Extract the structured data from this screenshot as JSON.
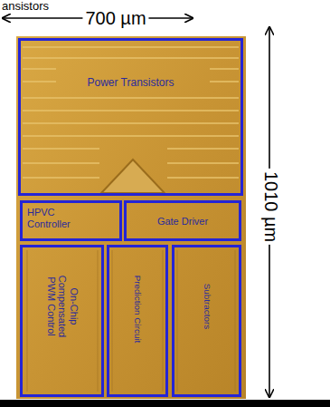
{
  "diagram": {
    "nodes": [
      {
        "text": [
          "Power Transistors"
        ]
      },
      {
        "text": [
          "HPVC Controller"
        ]
      },
      {
        "text": [
          "Gate Driver"
        ]
      },
      {
        "text": [
          "On-Chip Compensated PWM Control"
        ]
      },
      {
        "text": [
          "Prediction Circuit"
        ]
      },
      {
        "text": [
          "Subtractors"
        ]
      }
    ],
    "labels": [
      "ansistors",
      "700 µm",
      "1010 µm"
    ]
  }
}
